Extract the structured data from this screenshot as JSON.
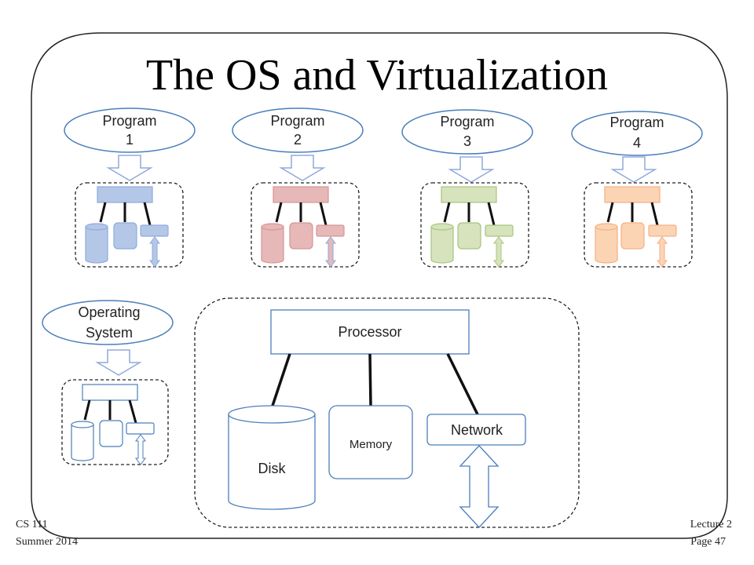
{
  "title": "The OS and Virtualization",
  "programs": [
    {
      "line1": "Program",
      "line2": "1",
      "color": "#b4c7e7",
      "stroke": "#8faadc"
    },
    {
      "line1": "Program",
      "line2": "2",
      "color": "#e6b8b7",
      "stroke": "#d49795"
    },
    {
      "line1": "Program",
      "line2": "3",
      "color": "#d6e3bc",
      "stroke": "#a9c47f"
    },
    {
      "line1": "Program",
      "line2": "4",
      "color": "#fbd4b4",
      "stroke": "#f3b084"
    }
  ],
  "os": {
    "line1": "Operating",
    "line2": "System",
    "color": "#ffffff",
    "stroke": "#4a7ebb"
  },
  "hardware": {
    "processor": "Processor",
    "disk": "Disk",
    "memory": "Memory",
    "network": "Network"
  },
  "footer": {
    "left_line1": "CS 111",
    "left_line2": "Summer 2014",
    "right_line1": "Lecture 2",
    "right_line2": "Page 47"
  },
  "colors": {
    "ellipse_stroke": "#4a7ebb",
    "box_stroke": "#4a7ebb"
  }
}
